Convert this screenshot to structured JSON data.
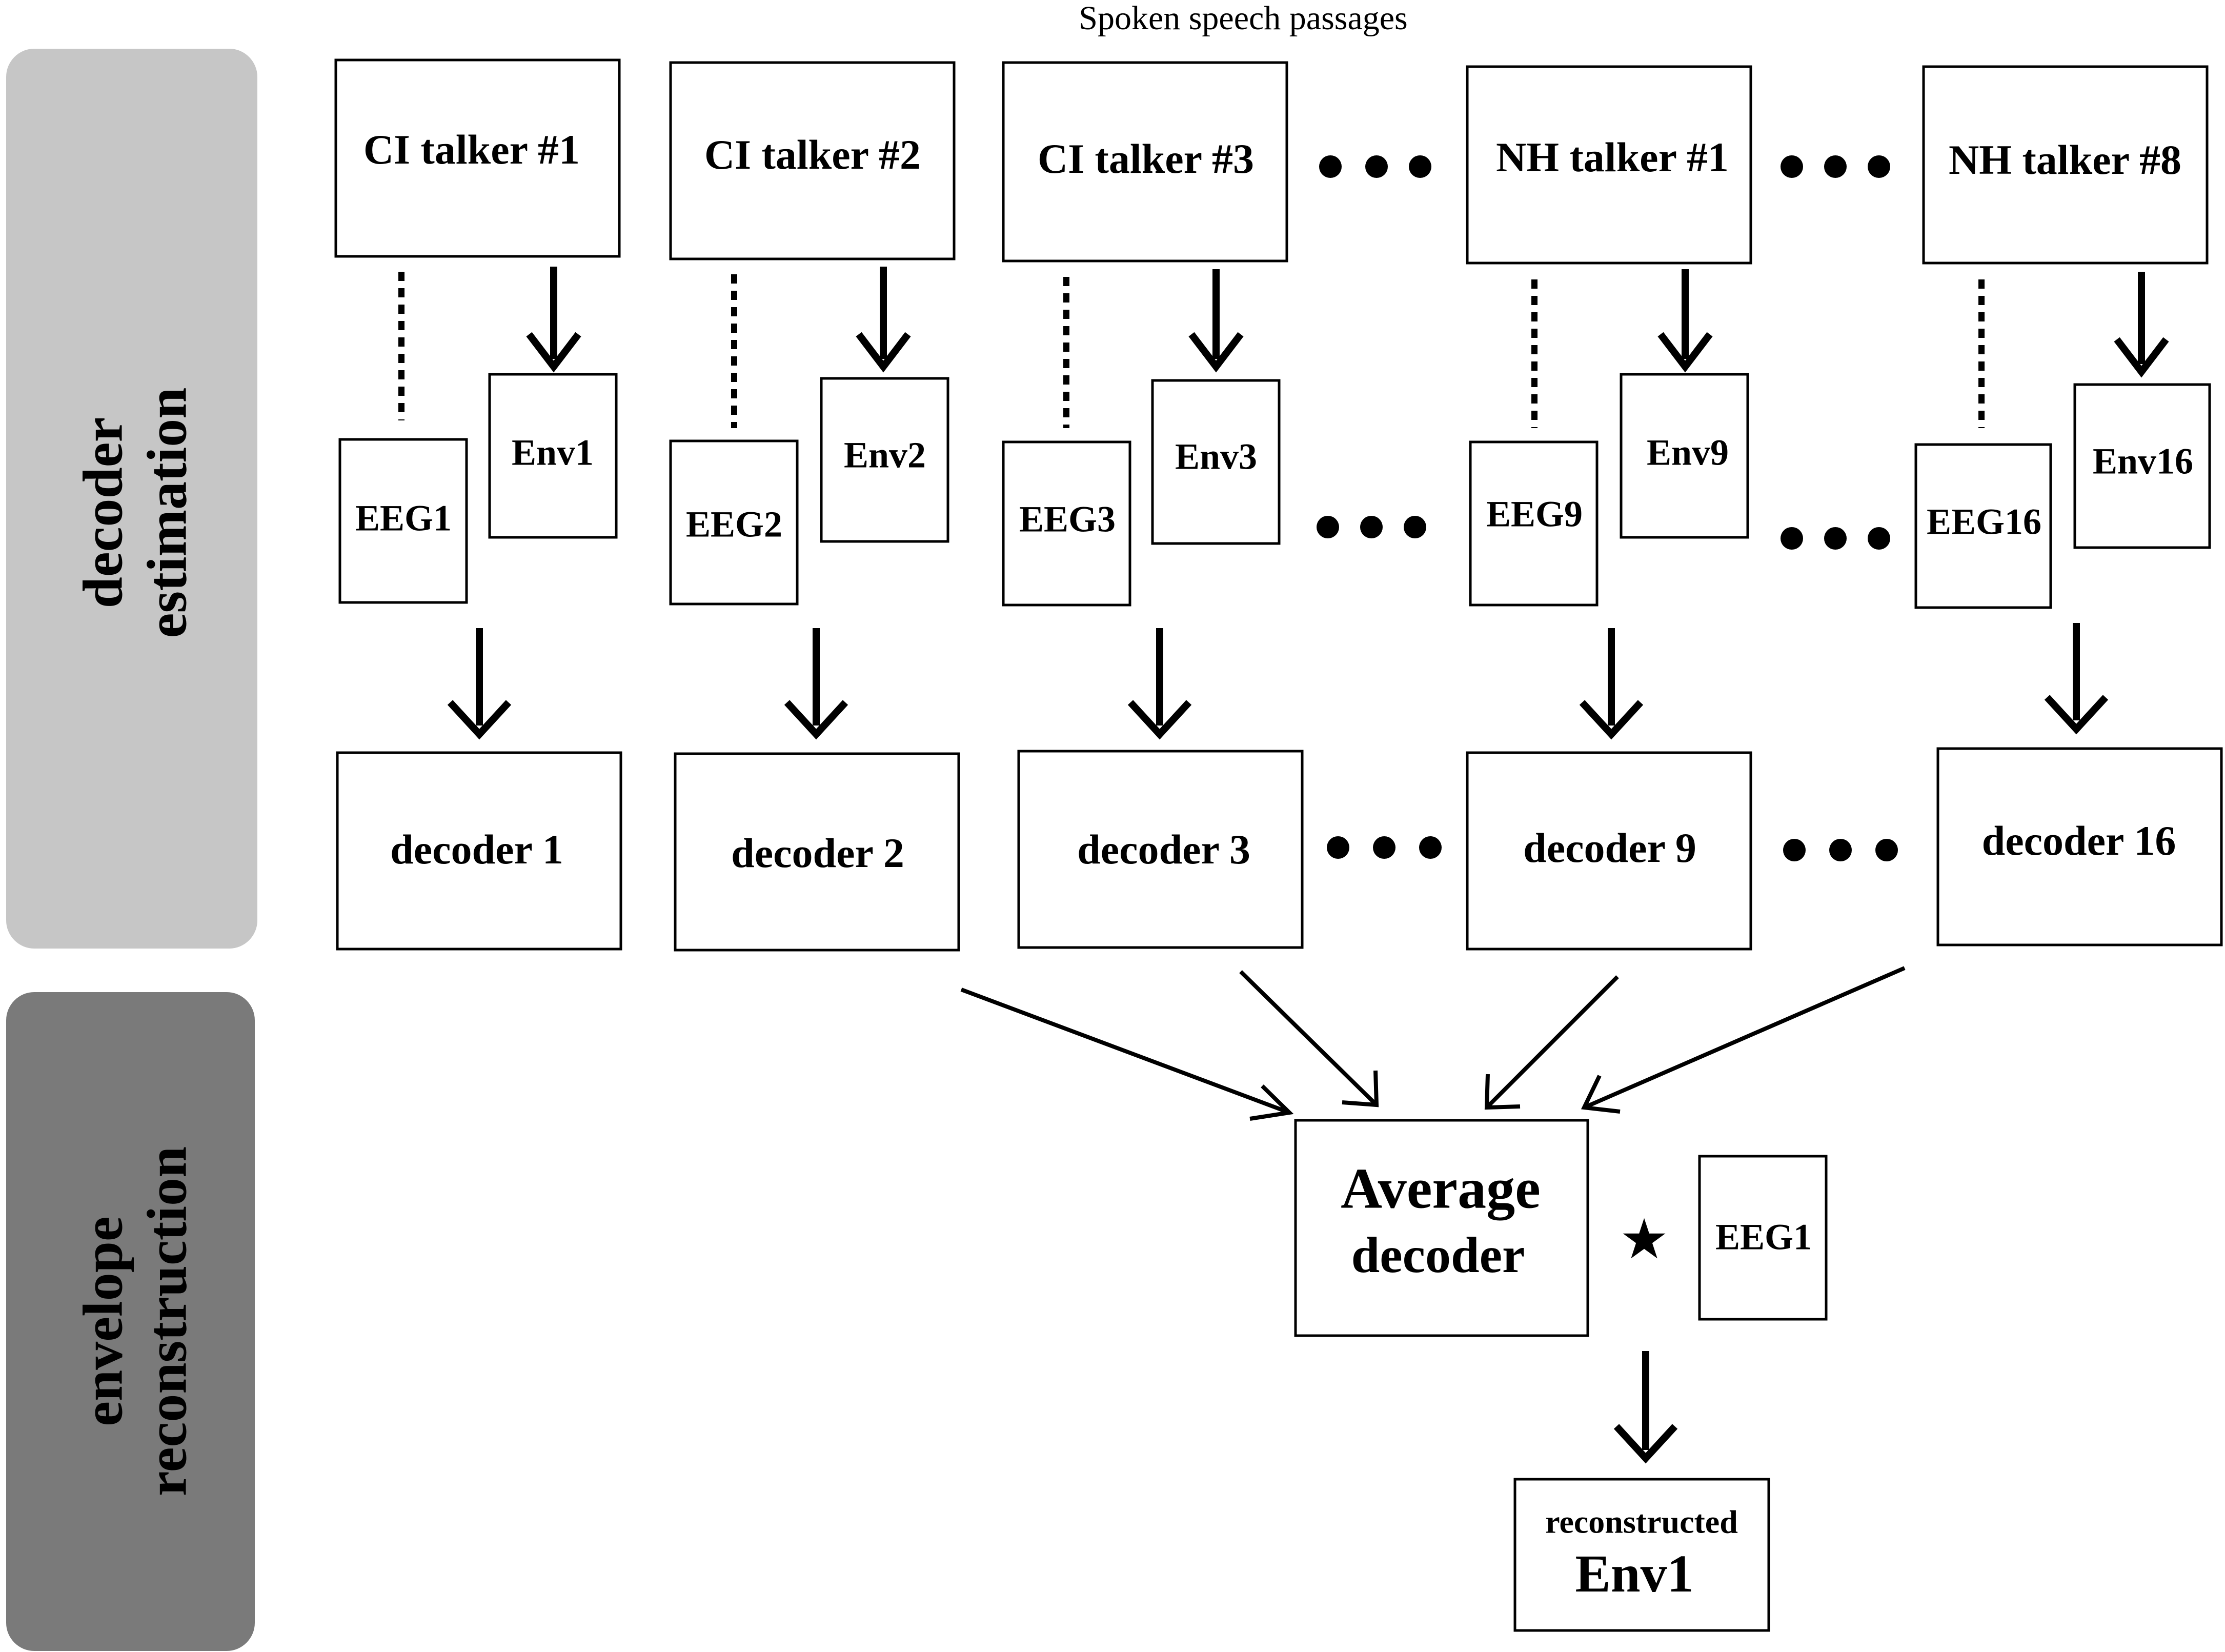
{
  "header": {
    "title": "Spoken speech passages"
  },
  "sidebar": {
    "decoder_estimation": {
      "line1": "decoder",
      "line2": "estimation"
    },
    "envelope_reconstruction": {
      "line1": "envelope",
      "line2": "reconstruction"
    }
  },
  "talkers": [
    {
      "name": "CI talker #1",
      "eeg": "EEG1",
      "env": "Env1",
      "decoder": "decoder 1"
    },
    {
      "name": "CI talker #2",
      "eeg": "EEG2",
      "env": "Env2",
      "decoder": "decoder 2"
    },
    {
      "name": "CI talker #3",
      "eeg": "EEG3",
      "env": "Env3",
      "decoder": "decoder 3"
    },
    {
      "name": "NH talker #1",
      "eeg": "EEG9",
      "env": "Env9",
      "decoder": "decoder 9"
    },
    {
      "name": "NH talker #8",
      "eeg": "EEG16",
      "env": "Env16",
      "decoder": "decoder 16"
    }
  ],
  "average": {
    "line1": "Average",
    "line2": "decoder"
  },
  "convolution_symbol": "★",
  "input_eeg": "EEG1",
  "output": {
    "line1": "reconstructed",
    "line2": "Env1"
  }
}
